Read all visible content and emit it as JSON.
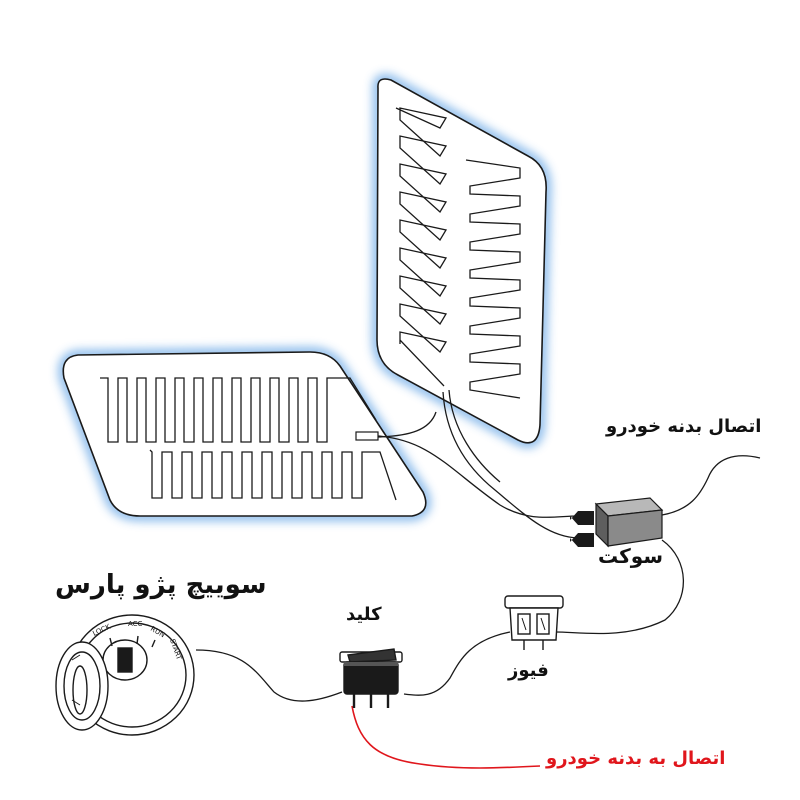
{
  "labels": {
    "body_connection": "اتصال بدنه خودرو",
    "socket": "سوکت",
    "ignition_switch_title": "سوییچ پژو پارس",
    "key_switch": "کلید",
    "fuse": "فیوز",
    "ground_connection": "اتصال به بدنه خودرو"
  },
  "ignition_marks": {
    "lock": "LOCK",
    "acc": "ACC",
    "run": "RUN",
    "start": "START"
  },
  "colors": {
    "ground_wire": "#e0161c",
    "ground_label": "#e0161c",
    "pad_glow": "#6aa8e6",
    "outline": "#1a1a1a",
    "socket_body": "#777777"
  },
  "icons": [
    "seat-heater-pad",
    "backrest-heater-pad",
    "socket-connector",
    "fuse",
    "rocker-switch",
    "ignition-switch"
  ]
}
